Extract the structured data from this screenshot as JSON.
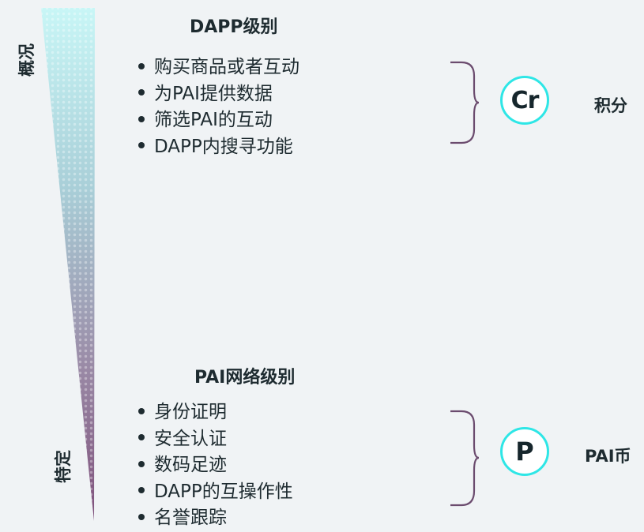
{
  "axis": {
    "top_label": "概况",
    "bottom_label": "特定"
  },
  "levels": [
    {
      "title": "DAPP级别",
      "items": [
        "购买商品或者互动",
        "为PAI提供数据",
        "筛选PAI的互动",
        "DAPP内搜寻功能"
      ],
      "coin_symbol": "Cr",
      "coin_icon": "credits-coin-icon",
      "reward": "积分"
    },
    {
      "title": "PAI网络级别",
      "items": [
        "身份证明",
        "安全认证",
        "数码足迹",
        "DAPP的互操作性",
        "名誉跟踪"
      ],
      "coin_symbol": "P",
      "coin_icon": "pai-coin-icon",
      "reward": "PAI币"
    }
  ],
  "colors": {
    "background": "#f0f3f5",
    "wedge_top": "#bff3f3",
    "wedge_bottom": "#8a5f86",
    "brace": "#6b4b6e",
    "coin_ring": "#2ee6e6",
    "text": "#1e2b30"
  }
}
